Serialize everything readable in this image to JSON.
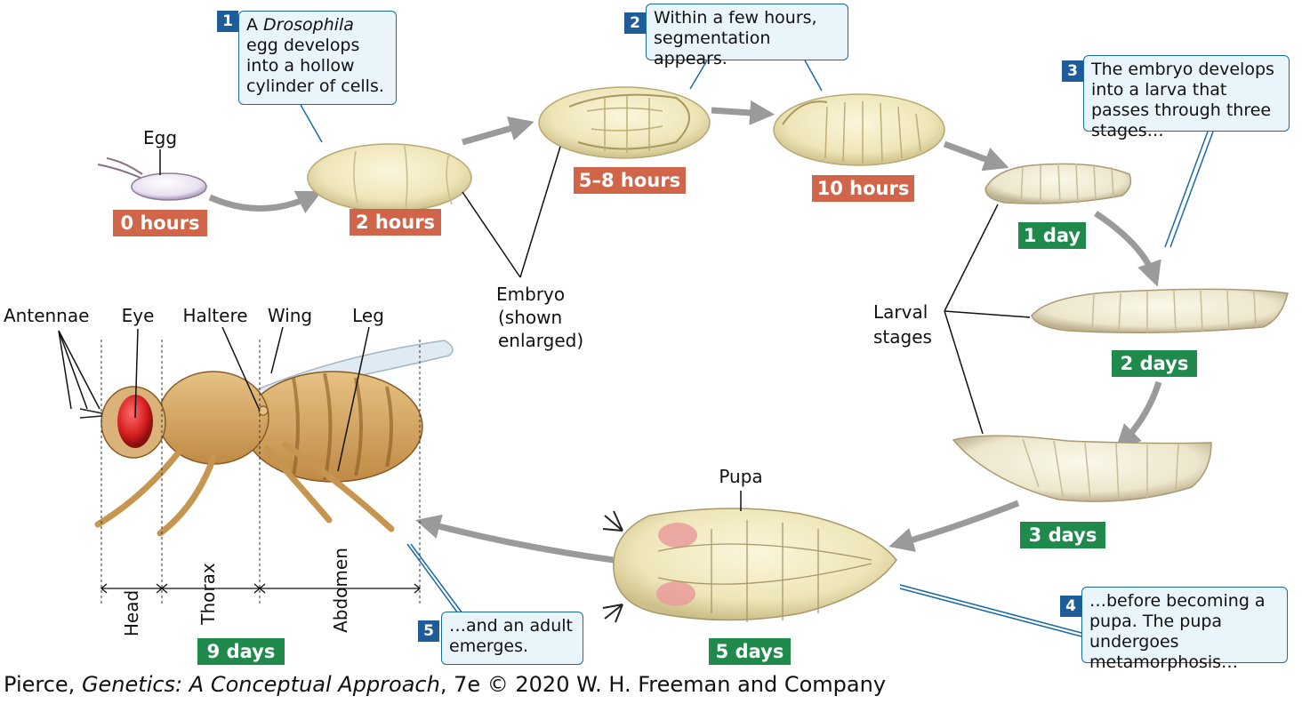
{
  "colors": {
    "time_early": "#d0654a",
    "time_late": "#1f8a4c",
    "callout_bg": "#eaf5fb",
    "callout_border": "#1a6aa6",
    "step_badge": "#1e5d9a",
    "arrow": "#9a9a9a"
  },
  "stages": [
    {
      "id": "egg",
      "time": "0 hours"
    },
    {
      "id": "blastoderm",
      "time": "2 hours"
    },
    {
      "id": "embryo1",
      "time": "5–8 hours"
    },
    {
      "id": "embryo2",
      "time": "10 hours"
    },
    {
      "id": "larva1",
      "time": "1 day"
    },
    {
      "id": "larva2",
      "time": "2 days"
    },
    {
      "id": "larva3",
      "time": "3 days"
    },
    {
      "id": "pupa",
      "time": "5 days"
    },
    {
      "id": "adult",
      "time": "9 days"
    }
  ],
  "labels": {
    "egg": "Egg",
    "embryo": [
      "Embryo",
      "(shown",
      "enlarged)"
    ],
    "larval": [
      "Larval",
      "stages"
    ],
    "pupa": "Pupa",
    "antennae": "Antennae",
    "eye": "Eye",
    "haltere": "Haltere",
    "wing": "Wing",
    "leg": "Leg",
    "head": "Head",
    "thorax": "Thorax",
    "abdomen": "Abdomen"
  },
  "callouts": [
    {
      "num": "1",
      "pre": "A ",
      "italic": "Drosophila",
      "post": " egg develops into a hollow cylinder of cells."
    },
    {
      "num": "2",
      "text": "Within a few hours, segmentation appears."
    },
    {
      "num": "3",
      "text": "The embryo develops into a larva that passes through three stages…"
    },
    {
      "num": "4",
      "text": "…before becoming a pupa. The pupa undergoes metamorphosis…"
    },
    {
      "num": "5",
      "text": "…and an adult emerges."
    }
  ],
  "credit": {
    "author": "Pierce, ",
    "title": "Genetics: A Conceptual Approach",
    "rest": ", 7e © 2020 W. H. Freeman and Company"
  }
}
